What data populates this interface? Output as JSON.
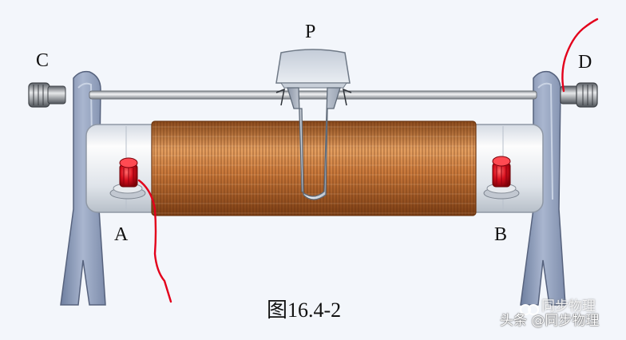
{
  "diagram": {
    "labels": {
      "c": "C",
      "p": "P",
      "d": "D",
      "a": "A",
      "b": "B"
    },
    "caption": "图16.4-2"
  },
  "watermark": {
    "text": "头条 @同步物理",
    "ghost_text": "同步物理"
  },
  "colors": {
    "background": "#f3f6fb",
    "coil": "#c9783a",
    "frame": "#8c9bb8",
    "wire": "#e3001b",
    "terminal": "#d8101e"
  }
}
